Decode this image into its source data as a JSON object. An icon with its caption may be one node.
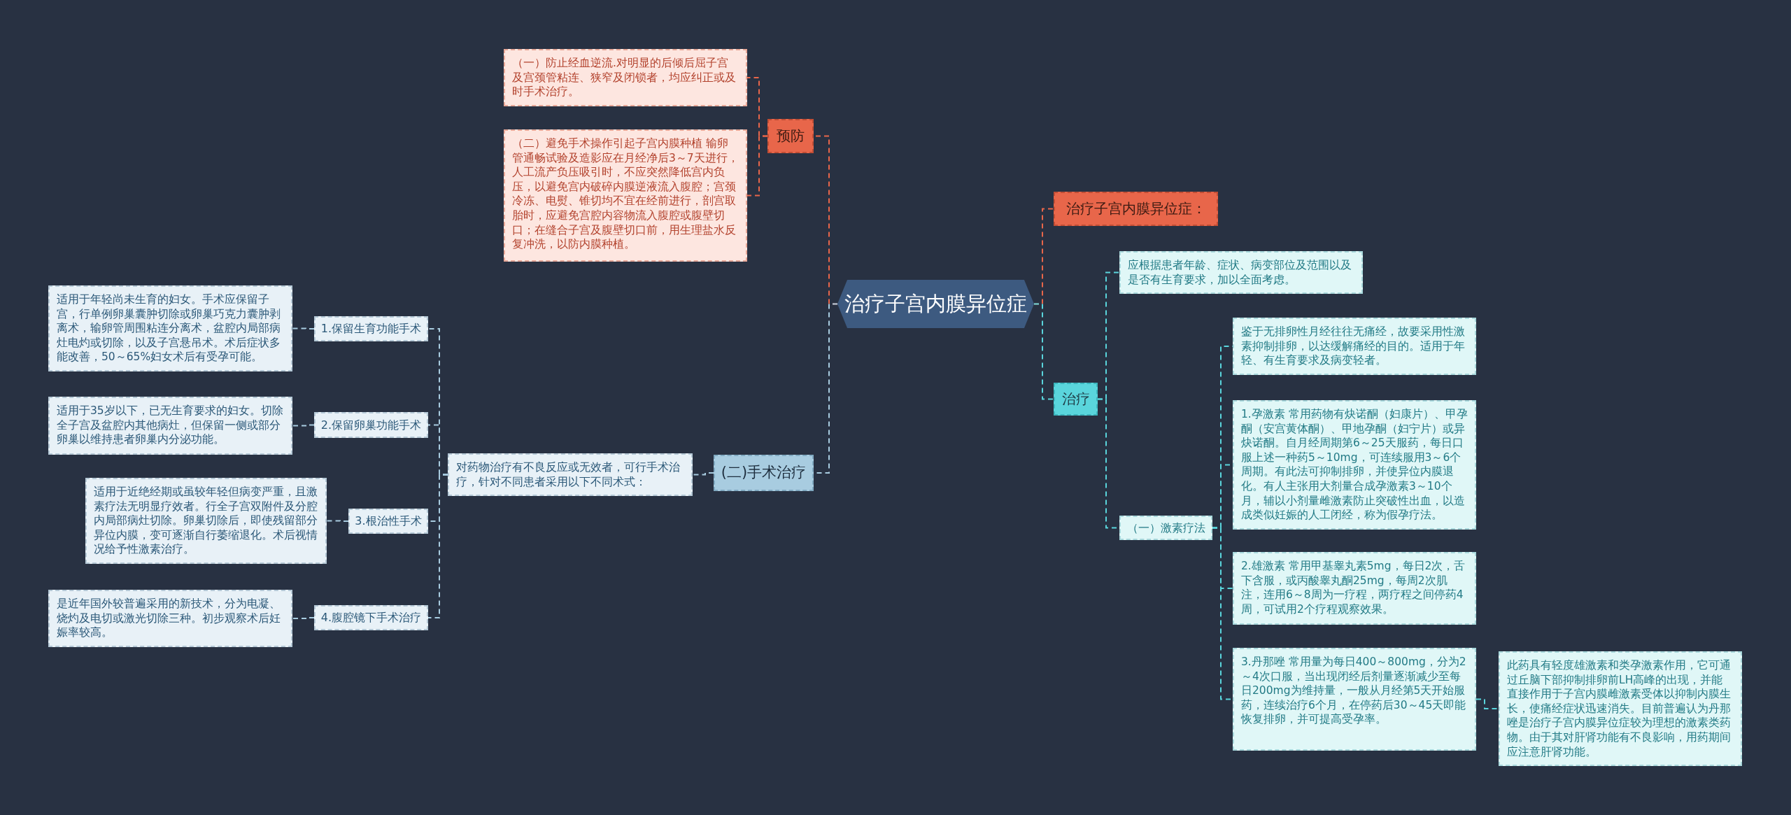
{
  "diagram": {
    "nodes": [
      {
        "text": [
          "治疗子宫内膜异位症"
        ]
      },
      {
        "text": [
          "预防"
        ]
      },
      {
        "text": [
          "（一）防止经血逆流.对明显的后倾后屈子宫及宫颈管粘连、狭窄及闭锁者，均应纠正或及时手术治疗。"
        ]
      },
      {
        "text": [
          "（二）避免手术操作引起子宫内膜种植 输卵管通畅试验及造影应在月经净后3～7天进行，人工流产负压吸引时，不应突然降低宫内负压，以避免宫内破碎内膜逆液流入腹腔；宫颈冷冻、电熨、锥切均不宜在经前进行，剖宫取胎时，应避免宫腔内容物流入腹腔或腹壁切口；在缝合子宫及腹壁切口前，用生理盐水反复冲洗，以防内膜种植。"
        ]
      },
      {
        "text": [
          "治疗子宫内膜异位症："
        ]
      },
      {
        "text": [
          "治疗"
        ]
      },
      {
        "text": [
          "应根据患者年龄、症状、病变部位及范围以及是否有生育要求，加以全面考虑。"
        ]
      },
      {
        "text": [
          "（一）激素疗法"
        ]
      },
      {
        "text": [
          "鉴于无排卵性月经往往无痛经，故要采用性激素抑制排卵，以达缓解痛经的目的。适用于年轻、有生育要求及病变轻者。"
        ]
      },
      {
        "text": [
          "1.孕激素 常用药物有炔诺酮（妇康片）、甲孕酮（安宫黄体酮）、甲地孕酮（妇宁片）或异炔诺酮。自月经周期第6～25天服药，每日口服上述一种药5～10mg，可连续服用3～6个周期。有此法可抑制排卵，并使异位内膜退化。有人主张用大剂量合成孕激素3～10个月，辅以小剂量雌激素防止突破性出血，以造成类似妊娠的人工闭经，称为假孕疗法。"
        ]
      },
      {
        "text": [
          "2.雄激素 常用甲基睾丸素5mg，每日2次，舌下含服，或丙酸睾丸酮25mg，每周2次肌注，连用6～8周为一疗程，两疗程之间停药4周，可试用2个疗程观察效果。"
        ]
      },
      {
        "text": [
          "3.丹那唑 常用量为每日400～800mg，分为2～4次口服，当出现闭经后剂量逐渐减少至每日200mg为维持量，一般从月经第5天开始服药，连续治疗6个月，在停药后30～45天即能恢复排卵，并可提高受孕率。"
        ]
      },
      {
        "text": [
          "此药具有轻度雄激素和类孕激素作用，它可通过丘脑下部抑制排卵前LH高峰的出现，并能直接作用于子宫内膜雌激素受体以抑制内膜生长，使痛经症状迅速消失。目前普遍认为丹那唑是治疗子宫内膜异位症较为理想的激素类药物。由于其对肝肾功能有不良影响，用药期间应注意肝肾功能。"
        ]
      },
      {
        "text": [
          "(二)手术治疗"
        ]
      },
      {
        "text": [
          "对药物治疗有不良反应或无效者，可行手术治疗，针对不同患者采用以下不同术式："
        ]
      },
      {
        "text": [
          "1.保留生育功能手术"
        ]
      },
      {
        "text": [
          "适用于年轻尚未生育的妇女。手术应保留子宫，行单例卵巢囊肿切除或卵巢巧克力囊肿剥离术，输卵管周围粘连分离术，盆腔内局部病灶电灼或切除，以及子宫悬吊术。术后症状多能改善，50～65%妇女术后有受孕可能。"
        ]
      },
      {
        "text": [
          "2.保留卵巢功能手术"
        ]
      },
      {
        "text": [
          "适用于35岁以下，已无生育要求的妇女。切除全子宫及盆腔内其他病灶，但保留一侧或部分卵巢以维持患者卵巢内分泌功能。"
        ]
      },
      {
        "text": [
          "3.根治性手术"
        ]
      },
      {
        "text": [
          "适用于近绝经期或虽较年轻但病变严重，且激素疗法无明显疗效者。行全子宫双附件及分腔内局部病灶切除。卵巢切除后，即使残留部分异位内膜，变可逐渐自行萎缩退化。术后视情况给予性激素治疗。"
        ]
      },
      {
        "text": [
          "4.腹腔镜下手术治疗"
        ]
      },
      {
        "text": [
          "是近年国外较普遍采用的新技术，分为电凝、烧灼及电切或激光切除三种。初步观察术后妊娠率较高。"
        ]
      }
    ],
    "edges": [
      {
        "from": 0,
        "to": 1,
        "arrow": "none",
        "color": "#e8664a"
      },
      {
        "from": 1,
        "to": 2,
        "arrow": "none",
        "color": "#e8664a"
      },
      {
        "from": 1,
        "to": 3,
        "arrow": "none",
        "color": "#e8664a"
      },
      {
        "from": 0,
        "to": 4,
        "arrow": "none",
        "color": "#e8664a"
      },
      {
        "from": 0,
        "to": 5,
        "arrow": "none",
        "color": "#5ad5dc"
      },
      {
        "from": 5,
        "to": 6,
        "arrow": "none",
        "color": "#5ad5dc"
      },
      {
        "from": 5,
        "to": 7,
        "arrow": "none",
        "color": "#5ad5dc"
      },
      {
        "from": 7,
        "to": 8,
        "arrow": "none",
        "color": "#5ad5dc"
      },
      {
        "from": 7,
        "to": 9,
        "arrow": "none",
        "color": "#5ad5dc"
      },
      {
        "from": 7,
        "to": 10,
        "arrow": "none",
        "color": "#5ad5dc"
      },
      {
        "from": 7,
        "to": 11,
        "arrow": "none",
        "color": "#5ad5dc"
      },
      {
        "from": 11,
        "to": 12,
        "arrow": "none",
        "color": "#5ad5dc"
      },
      {
        "from": 0,
        "to": 13,
        "arrow": "none"
      },
      {
        "from": 13,
        "to": 14,
        "arrow": "none"
      },
      {
        "from": 14,
        "to": 15,
        "arrow": "none"
      },
      {
        "from": 15,
        "to": 16,
        "arrow": "none"
      },
      {
        "from": 14,
        "to": 17,
        "arrow": "none"
      },
      {
        "from": 17,
        "to": 18,
        "arrow": "none"
      },
      {
        "from": 14,
        "to": 19,
        "arrow": "none"
      },
      {
        "from": 19,
        "to": 20,
        "arrow": "none"
      },
      {
        "from": 14,
        "to": 21,
        "arrow": "none"
      },
      {
        "from": 21,
        "to": 22,
        "arrow": "none"
      }
    ]
  }
}
